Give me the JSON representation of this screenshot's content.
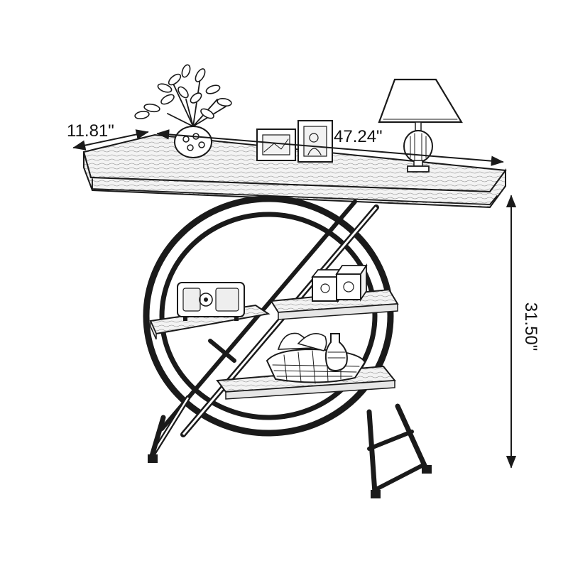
{
  "dimensions": {
    "depth": "11.81\"",
    "width": "47.24\"",
    "height": "31.50\""
  },
  "colors": {
    "line": "#1a1a1a",
    "background": "#ffffff",
    "wood_fill": "#f2f2f2"
  },
  "icons": [
    "plant-pot-icon",
    "picture-frame-icon",
    "table-lamp-icon",
    "radio-icon",
    "storage-box-icon",
    "basket-icon",
    "vase-icon"
  ]
}
